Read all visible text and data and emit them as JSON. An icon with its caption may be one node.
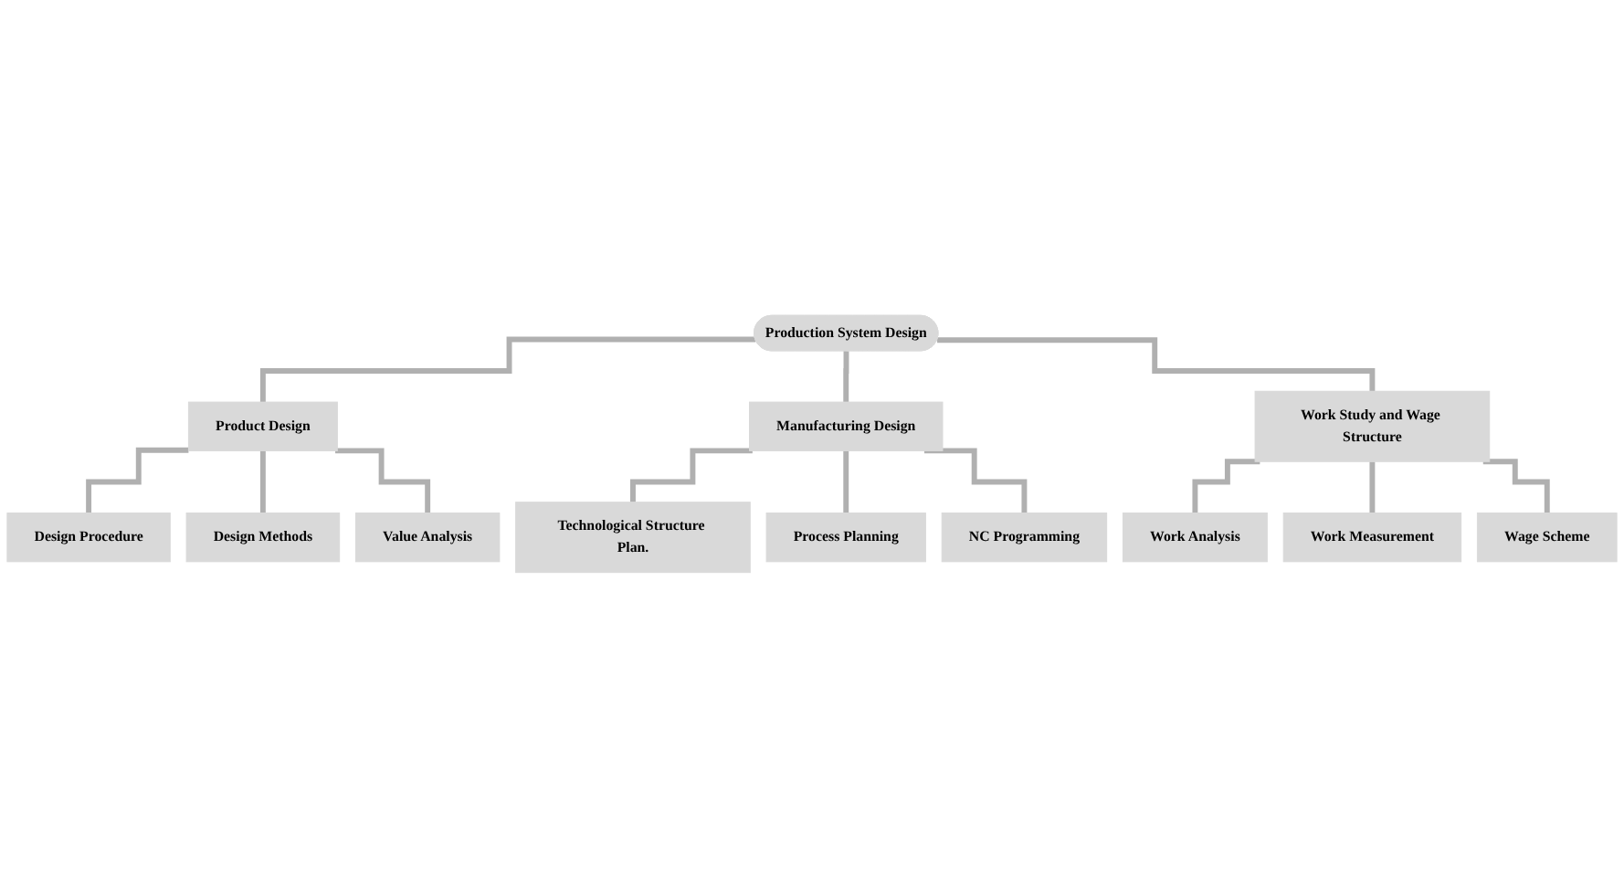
{
  "diagram": {
    "nodes": [
      {
        "text": [
          "Production System Design"
        ]
      },
      {
        "text": [
          "Product Design"
        ]
      },
      {
        "text": [
          "Manufacturing Design"
        ]
      },
      {
        "text": [
          "Work Study and Wage Structure"
        ]
      },
      {
        "text": [
          "Design Procedure"
        ]
      },
      {
        "text": [
          "Design Methods"
        ]
      },
      {
        "text": [
          "Value Analysis"
        ]
      },
      {
        "text": [
          "Technological Structure Plan."
        ]
      },
      {
        "text": [
          "Process Planning"
        ]
      },
      {
        "text": [
          "NC Programming"
        ]
      },
      {
        "text": [
          "Work Analysis"
        ]
      },
      {
        "text": [
          "Work Measurement"
        ]
      },
      {
        "text": [
          "Wage Scheme"
        ]
      }
    ],
    "edges": [
      {
        "from": 0,
        "to": 1,
        "arrow": "none"
      },
      {
        "from": 0,
        "to": 2,
        "arrow": "none"
      },
      {
        "from": 0,
        "to": 3,
        "arrow": "none"
      },
      {
        "from": 1,
        "to": 4,
        "arrow": "none"
      },
      {
        "from": 1,
        "to": 5,
        "arrow": "none"
      },
      {
        "from": 1,
        "to": 6,
        "arrow": "none"
      },
      {
        "from": 2,
        "to": 7,
        "arrow": "none"
      },
      {
        "from": 2,
        "to": 8,
        "arrow": "none"
      },
      {
        "from": 2,
        "to": 9,
        "arrow": "none"
      },
      {
        "from": 3,
        "to": 10,
        "arrow": "none"
      },
      {
        "from": 3,
        "to": 11,
        "arrow": "none"
      },
      {
        "from": 3,
        "to": 12,
        "arrow": "none"
      }
    ]
  }
}
